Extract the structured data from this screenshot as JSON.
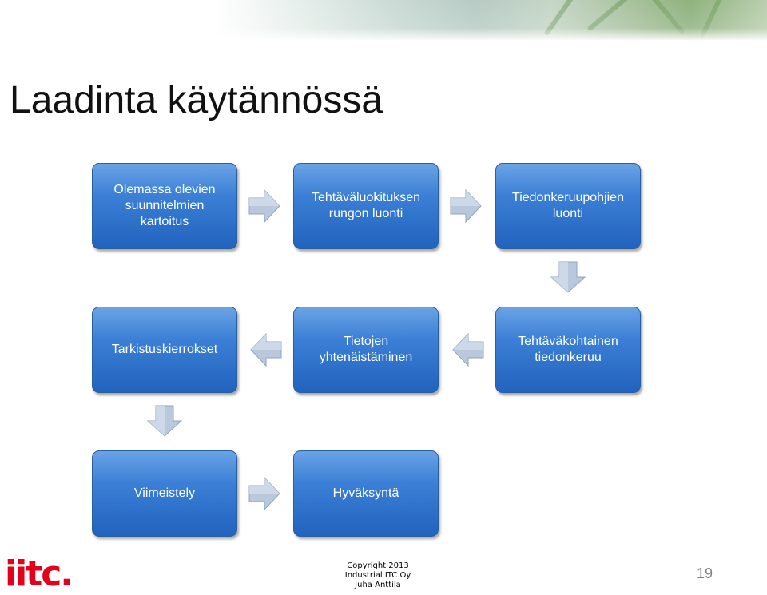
{
  "slide": {
    "title": "Laadinta käytännössä",
    "logo_text": "iitc.",
    "page_number": "19",
    "copyright_lines": [
      "Copyright 2013",
      "Industrial ITC Oy",
      "Juha Anttila"
    ]
  },
  "colors": {
    "box_top": "#6aa3e6",
    "box_bottom": "#2163bd",
    "arrow_fill": "#b9c8dc",
    "logo_red": "#e2001a"
  },
  "diagram": {
    "steps": [
      {
        "lines": [
          "Olemassa olevien",
          "suunnitelmien",
          "kartoitus"
        ]
      },
      {
        "lines": [
          "Tehtäväluokituksen",
          "rungon luonti"
        ]
      },
      {
        "lines": [
          "Tiedonkeruupohjien",
          "luonti"
        ]
      },
      {
        "lines": [
          "Tehtäväkohtainen",
          "tiedonkeruu"
        ]
      },
      {
        "lines": [
          "Tietojen",
          "yhtenäistäminen"
        ]
      },
      {
        "lines": [
          "Tarkistuskierrokset"
        ]
      },
      {
        "lines": [
          "Viimeistely"
        ]
      },
      {
        "lines": [
          "Hyväksyntä"
        ]
      }
    ]
  }
}
